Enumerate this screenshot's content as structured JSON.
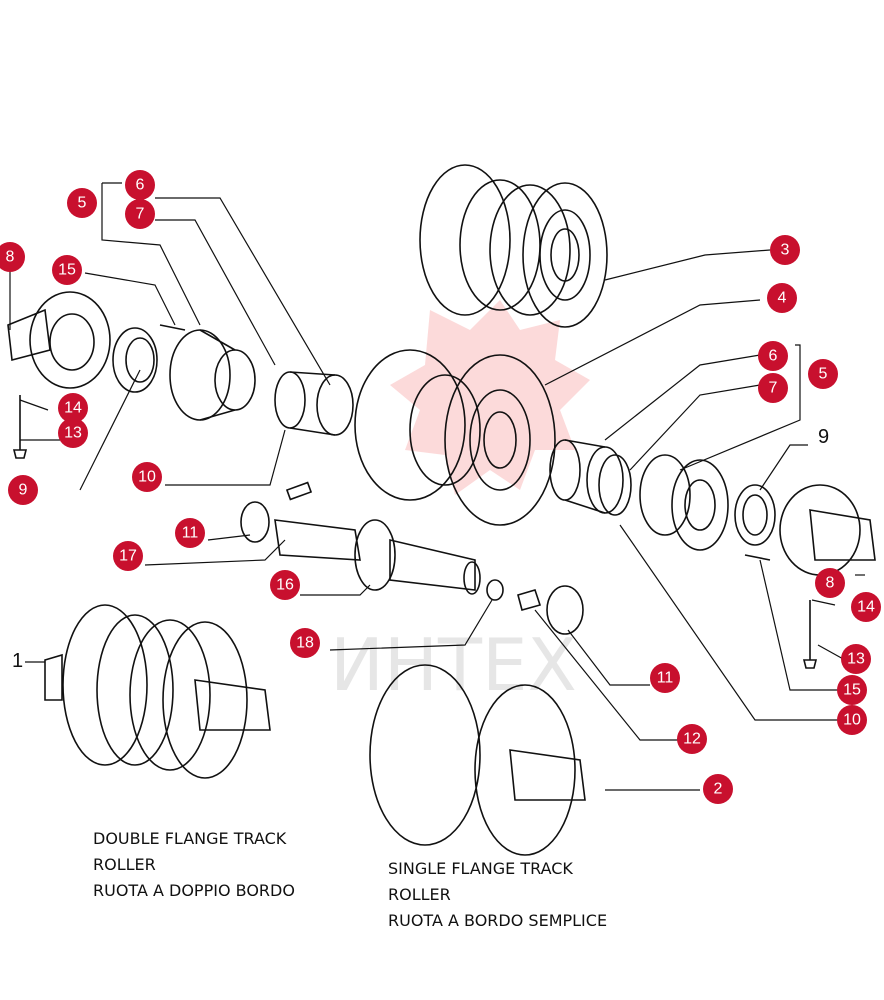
{
  "watermark": "ИНТЕХ",
  "captions": {
    "double": [
      "DOUBLE FLANGE TRACK",
      "ROLLER",
      "RUOTA A DOPPIO BORDO"
    ],
    "single": [
      "SINGLE FLANGE TRACK",
      "ROLLER",
      "RUOTA A BORDO SEMPLICE"
    ]
  },
  "markers": [
    "5",
    "6",
    "7",
    "8",
    "15",
    "14",
    "13",
    "9",
    "10",
    "3",
    "4",
    "6",
    "7",
    "5",
    "9",
    "11",
    "17",
    "16",
    "18",
    "8",
    "14",
    "13",
    "15",
    "10",
    "11",
    "12",
    "1",
    "2"
  ],
  "colors": {
    "marker": "#c8102e",
    "line": "#111111",
    "watermark": "#e6e6e6"
  }
}
